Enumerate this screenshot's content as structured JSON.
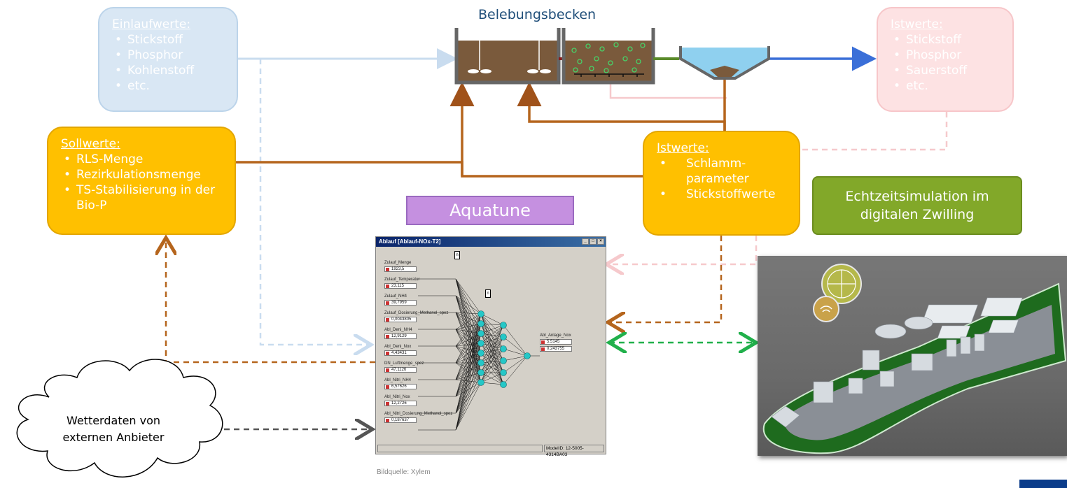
{
  "title": "Belebungsbecken",
  "einlauf": {
    "heading": "Einlaufwerte:",
    "items": [
      "Stickstoff",
      "Phosphor",
      "Kohlenstoff",
      "etc."
    ]
  },
  "istwerte_top": {
    "heading": "Istwerte:",
    "items": [
      "Stickstoff",
      "Phosphor",
      "Sauerstoff",
      "etc."
    ]
  },
  "sollwerte": {
    "heading": "Sollwerte:",
    "items": [
      "RLS-Menge",
      "Rezirkulationsmenge",
      "TS-Stabilisierung in der Bio-P"
    ]
  },
  "istwerte_mid": {
    "heading": "Istwerte:",
    "items": [
      "Schlamm-parameter",
      "Stickstoffwerte"
    ]
  },
  "aquatune": "Aquatune",
  "echtzeit": {
    "line1": "Echtzeitsimulation im",
    "line2": "digitalen Zwilling"
  },
  "weather": {
    "line1": "Wetterdaten von",
    "line2": "externen Anbieter"
  },
  "credit": "Bildquelle: Xylem",
  "software_window": {
    "title": "Ablauf [Ablauf-NOx-T2]",
    "inputs": [
      {
        "label": "Zulauf_Menge",
        "value": "1923,5"
      },
      {
        "label": "Zulauf_Temperatur",
        "value": "23,115"
      },
      {
        "label": "Zulauf_NH4",
        "value": "39,7959"
      },
      {
        "label": "Zulauf_Dosierung_Methanol_spez",
        "value": "0,0043805"
      },
      {
        "label": "Abl_Deni_NH4",
        "value": "12,9129"
      },
      {
        "label": "Abl_Deni_Nox",
        "value": "4,43431"
      },
      {
        "label": "DN_Luftmenge_spez",
        "value": "47,1126"
      },
      {
        "label": "Abl_Nitri_NH4",
        "value": "6,57626"
      },
      {
        "label": "Abl_Nitri_Nox",
        "value": "12,2726"
      },
      {
        "label": "Abl_Nitri_Dosierung_Methanol_spez",
        "value": "0,187637"
      }
    ],
    "n_label": "n",
    "output_label": "Abl_Anlage_Nox",
    "output_values": [
      "5,5145",
      "0,243755"
    ],
    "status": "ModelID: 12-5005-4314BA03"
  },
  "colors": {
    "orange": "#ffc000",
    "brown_line": "#b5651d",
    "blue_line": "#3a6fd8",
    "green_dashed": "#21b04b",
    "purple": "#c590e0",
    "green_box": "#82a829",
    "light_blue": "#d9e7f4",
    "light_pink": "#fde2e3"
  }
}
